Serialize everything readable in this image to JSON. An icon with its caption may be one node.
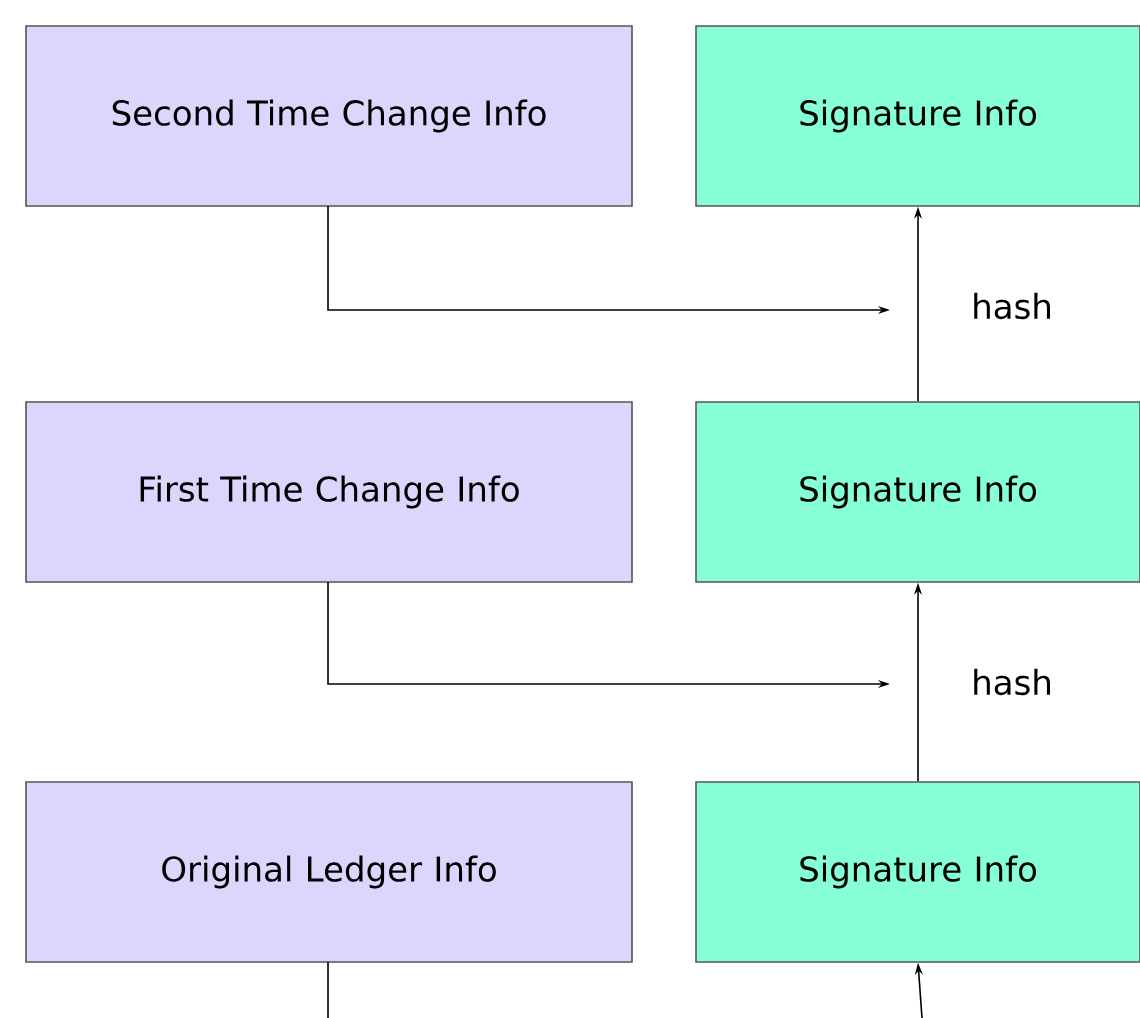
{
  "diagram": {
    "nodes": [
      {
        "text": [
          "Second Time Change Info"
        ]
      },
      {
        "text": [
          "Signature Info"
        ]
      },
      {
        "text": [
          "First Time Change Info"
        ]
      },
      {
        "text": [
          "Signature Info"
        ]
      },
      {
        "text": [
          "Original Ledger Info"
        ]
      },
      {
        "text": [
          "Signature Info"
        ]
      }
    ],
    "edges": [
      {
        "from": 0,
        "to": null,
        "arrow": "to"
      },
      {
        "from": 3,
        "to": 1,
        "arrow": "to",
        "label": "hash"
      },
      {
        "from": 2,
        "to": null,
        "arrow": "to"
      },
      {
        "from": 5,
        "to": 3,
        "arrow": "to",
        "label": "hash"
      },
      {
        "from": 4,
        "to": null,
        "arrow": "none"
      },
      {
        "from": null,
        "to": 5,
        "arrow": "to"
      }
    ]
  }
}
